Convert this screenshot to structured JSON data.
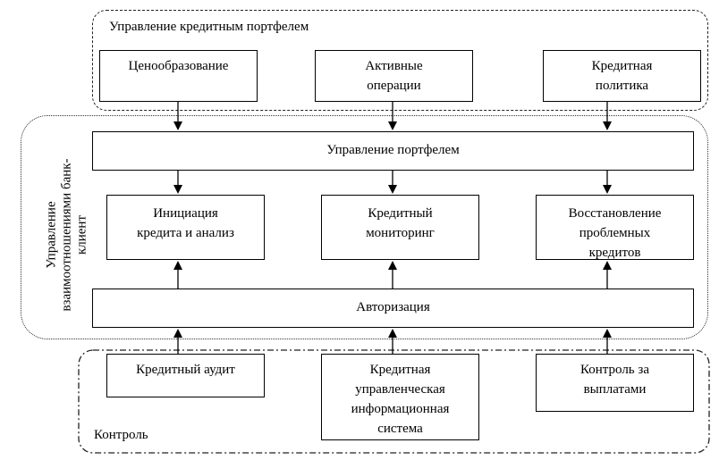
{
  "groups": {
    "portfolio_management": {
      "label": "Управление кредитным портфелем"
    },
    "relationship_management": {
      "label_lines": [
        "Управление",
        "взаимоотношениями банк-",
        "клиент"
      ]
    },
    "control": {
      "label": "Контроль"
    }
  },
  "top_boxes": [
    {
      "lines": [
        "Ценообразование"
      ]
    },
    {
      "lines": [
        "Активные",
        "операции"
      ]
    },
    {
      "lines": [
        "Кредитная",
        "политика"
      ]
    }
  ],
  "portfolio_box": {
    "label": "Управление портфелем"
  },
  "middle_boxes": [
    {
      "lines": [
        "Инициация",
        "кредита и анализ"
      ]
    },
    {
      "lines": [
        "Кредитный",
        "мониторинг"
      ]
    },
    {
      "lines": [
        "Восстановление",
        "проблемных",
        "кредитов"
      ]
    }
  ],
  "authorization_box": {
    "label": "Авторизация"
  },
  "bottom_boxes": [
    {
      "lines": [
        "Кредитный аудит"
      ]
    },
    {
      "lines": [
        "Кредитная",
        "управленческая",
        "информационная",
        "система"
      ]
    },
    {
      "lines": [
        "Контроль за",
        "выплатами"
      ]
    }
  ]
}
